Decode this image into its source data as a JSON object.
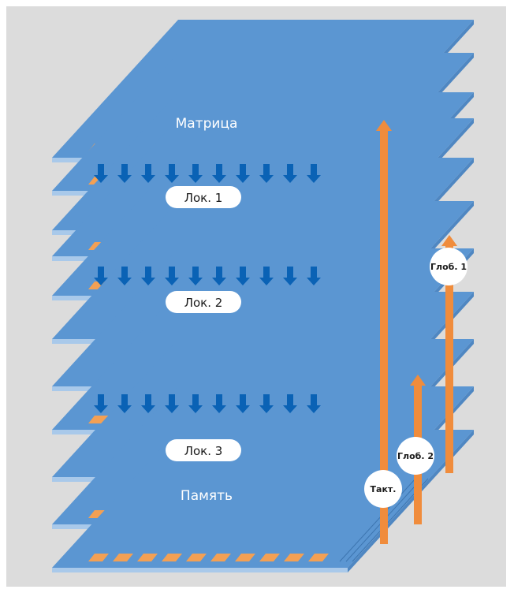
{
  "colors": {
    "background": "#dcdcdc",
    "plate_top": "#5b96d2",
    "plate_front": "#a9c9ea",
    "plate_right": "#4f87c2",
    "cell": "#f3a054",
    "down_arrow": "#0a62b5",
    "up_arrow": "#f08c3c"
  },
  "labels": {
    "matrix": "Матрица",
    "memory": "Память",
    "local_1": "Лок. 1",
    "local_2": "Лок. 2",
    "local_3": "Лок. 3",
    "clock": "Такт.",
    "global_1": "Глоб. 1",
    "global_2": "Глоб. 2"
  },
  "icons": {
    "down_arrows": "down-arrow-icon",
    "up_arrows": "up-arrow-icon"
  }
}
